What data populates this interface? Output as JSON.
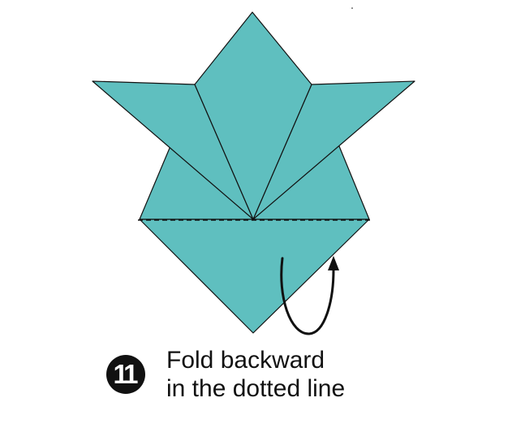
{
  "step": {
    "number": "11",
    "instruction_line1": "Fold backward",
    "instruction_line2": "in the dotted line"
  },
  "colors": {
    "paper": "#5fbfbf",
    "outline": "#111111",
    "background": "#ffffff"
  },
  "icons": {
    "fold_arrow": "curved-backward-arrow-icon",
    "fold_line": "dashed-fold-line"
  }
}
